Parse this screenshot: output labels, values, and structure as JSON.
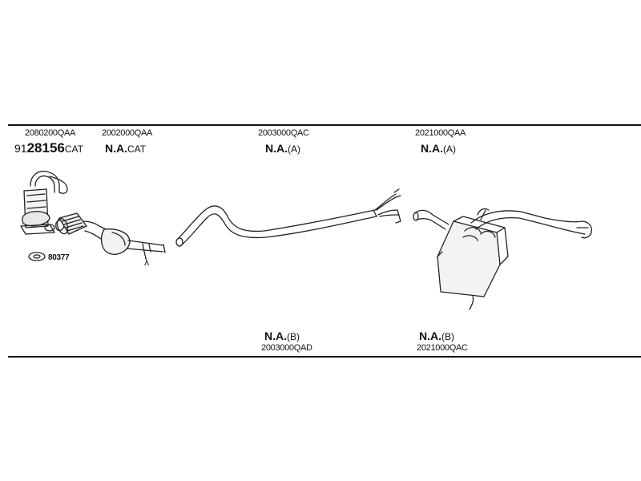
{
  "top": {
    "codes": [
      "2080200QAA",
      "2002000QAA",
      "2003000QAC",
      "2021000QAA"
    ],
    "col1": {
      "prefix": "91",
      "main": "28156",
      "suffix": "CAT"
    },
    "col2": {
      "main": "N.A.",
      "suffix": "CAT"
    },
    "col3": {
      "main": "N.A.",
      "suffix": "(A)"
    },
    "col4": {
      "main": "N.A.",
      "suffix": "(A)"
    }
  },
  "gasket_code": "80377",
  "lambda_symbol": "λ",
  "bottom": {
    "left": {
      "main": "N.A.",
      "suffix": "(B)",
      "code": "2003000QAD"
    },
    "right": {
      "main": "N.A.",
      "suffix": "(B)",
      "code": "2021000QAC"
    }
  }
}
